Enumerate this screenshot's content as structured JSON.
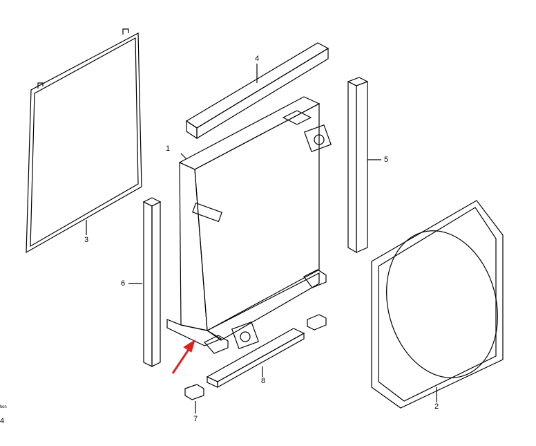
{
  "callouts": {
    "p1": "1",
    "p2": "2",
    "p3": "3",
    "p4": "4",
    "p5": "5",
    "p6": "6",
    "p7": "7",
    "p8": "8"
  },
  "edge_text": {
    "caption_fragment": "tion",
    "page_fragment": "4"
  },
  "colors": {
    "line": "#000000",
    "arrow": "#e02020"
  }
}
